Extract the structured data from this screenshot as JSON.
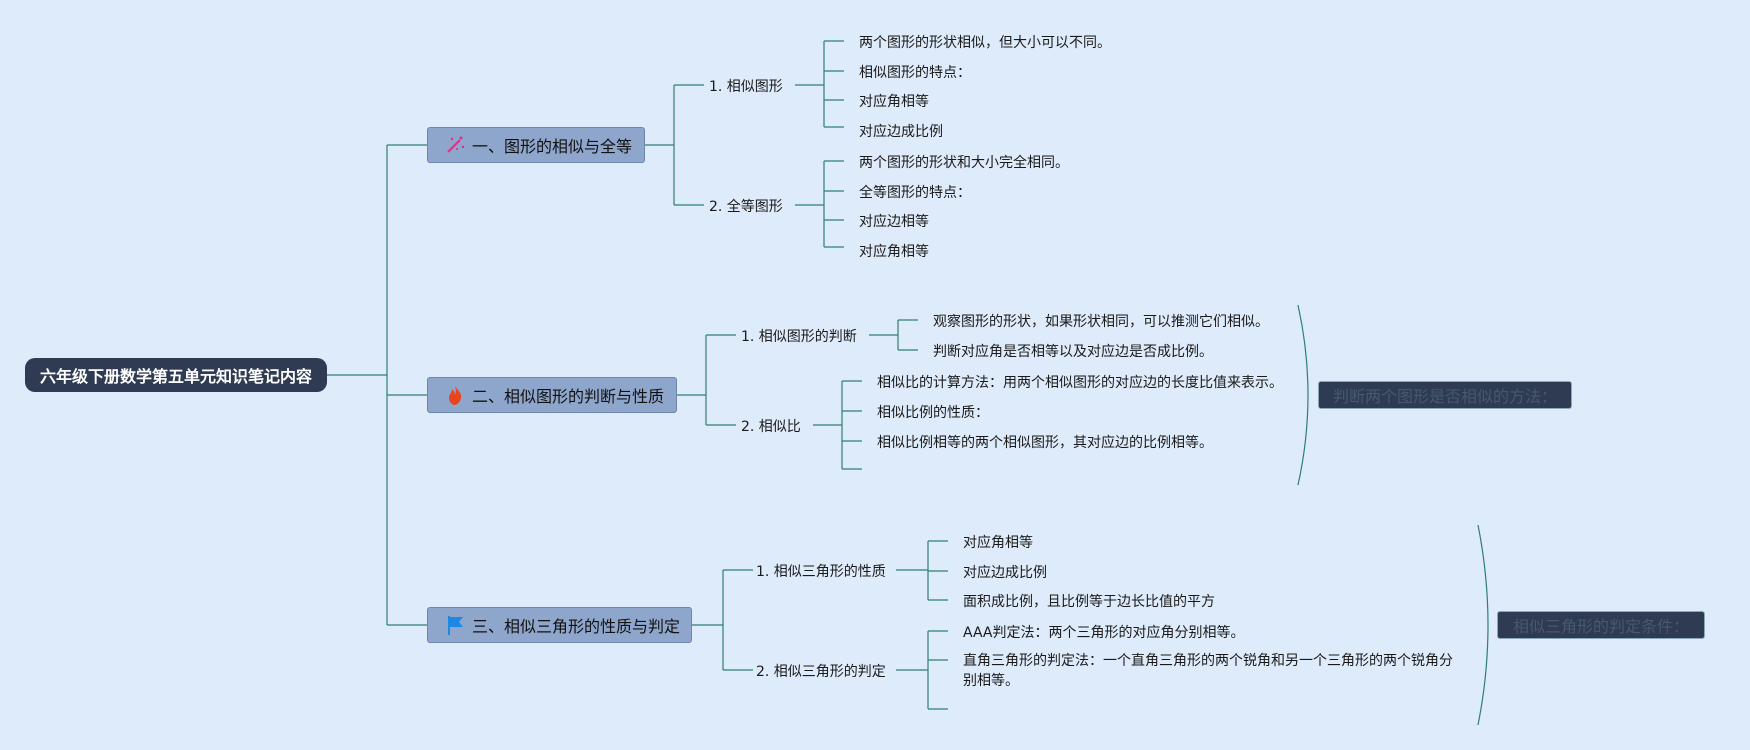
{
  "root": "六年级下册数学第五单元知识笔记内容",
  "branches": [
    {
      "title": "一、图形的相似与全等",
      "icon": "magic-wand-icon",
      "subs": [
        {
          "label": "1. 相似图形",
          "leaves": [
            "两个图形的形状相似，但大小可以不同。",
            "相似图形的特点：",
            "对应角相等",
            "对应边成比例"
          ]
        },
        {
          "label": "2. 全等图形",
          "leaves": [
            "两个图形的形状和大小完全相同。",
            "全等图形的特点：",
            "对应边相等",
            "对应角相等"
          ]
        }
      ]
    },
    {
      "title": "二、相似图形的判断与性质",
      "icon": "fire-icon",
      "subs": [
        {
          "label": "1. 相似图形的判断",
          "leaves": [
            "观察图形的形状，如果形状相同，可以推测它们相似。",
            "判断对应角是否相等以及对应边是否成比例。"
          ]
        },
        {
          "label": "2. 相似比",
          "leaves": [
            "相似比的计算方法：用两个相似图形的对应边的长度比值来表示。",
            "相似比例的性质：",
            "相似比例相等的两个相似图形，其对应边的比例相等。",
            ""
          ]
        }
      ],
      "summary": "判断两个图形是否相似的方法："
    },
    {
      "title": "三、相似三角形的性质与判定",
      "icon": "flag-icon",
      "subs": [
        {
          "label": "1. 相似三角形的性质",
          "leaves": [
            "对应角相等",
            "对应边成比例",
            "面积成比例，且比例等于边长比值的平方"
          ]
        },
        {
          "label": "2. 相似三角形的判定",
          "leaves": [
            "AAA判定法：两个三角形的对应角分别相等。",
            "直角三角形的判定法：一个直角三角形的两个锐角和另一个三角形的两个锐角分",
            "别相等。",
            ""
          ]
        }
      ],
      "summary": "相似三角形的判定条件："
    }
  ],
  "colors": {
    "background": "#deebfb",
    "root": "#2e3b52",
    "branch": "#8ea6cc",
    "line": "#2f7f70",
    "icon_wand": "#d63384",
    "icon_fire": "#e8451e",
    "icon_flag": "#1e88e5"
  }
}
